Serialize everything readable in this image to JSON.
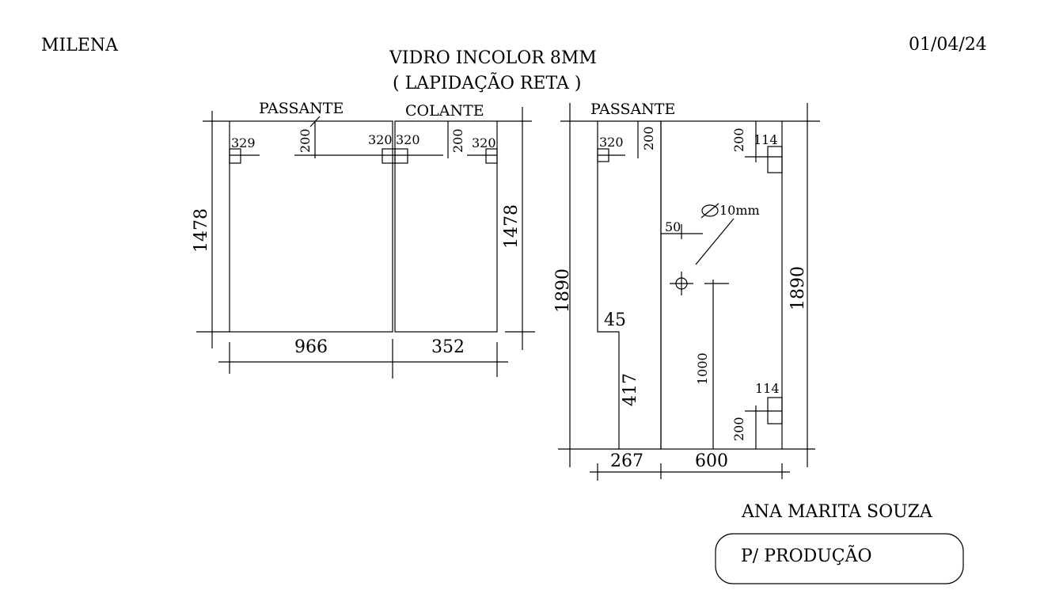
{
  "header": {
    "client": "MILENA",
    "date": "01/04/24",
    "title": "VIDRO INCOLOR 8MM",
    "subtitle": "( LAPIDAÇÃO RETA )"
  },
  "footer": {
    "customer": "ANA MARITA SOUZA",
    "stamp": "P/ PRODUÇÃO"
  },
  "drawing_left": {
    "label_passante": "PASSANTE",
    "label_colante": "COLANTE",
    "height_left": "1478",
    "height_right": "1478",
    "width_a": "966",
    "width_b": "352",
    "hole_a": "329",
    "hole_b": "320",
    "hole_c": "320",
    "hole_d": "320",
    "offset_a": "200",
    "offset_b": "200"
  },
  "drawing_right": {
    "label_passante": "PASSANTE",
    "height_left": "1890",
    "height_right": "1890",
    "width_a": "267",
    "width_b": "600",
    "hole_a": "320",
    "offset_a": "200",
    "top_hinge_depth": "200",
    "top_hinge_width": "114",
    "bottom_hinge_width": "114",
    "bottom_hinge_depth": "200",
    "hole_diameter": "10mm",
    "hole_offset_x": "50",
    "hole_height": "1000",
    "step_offset": "45",
    "step_height": "417"
  }
}
